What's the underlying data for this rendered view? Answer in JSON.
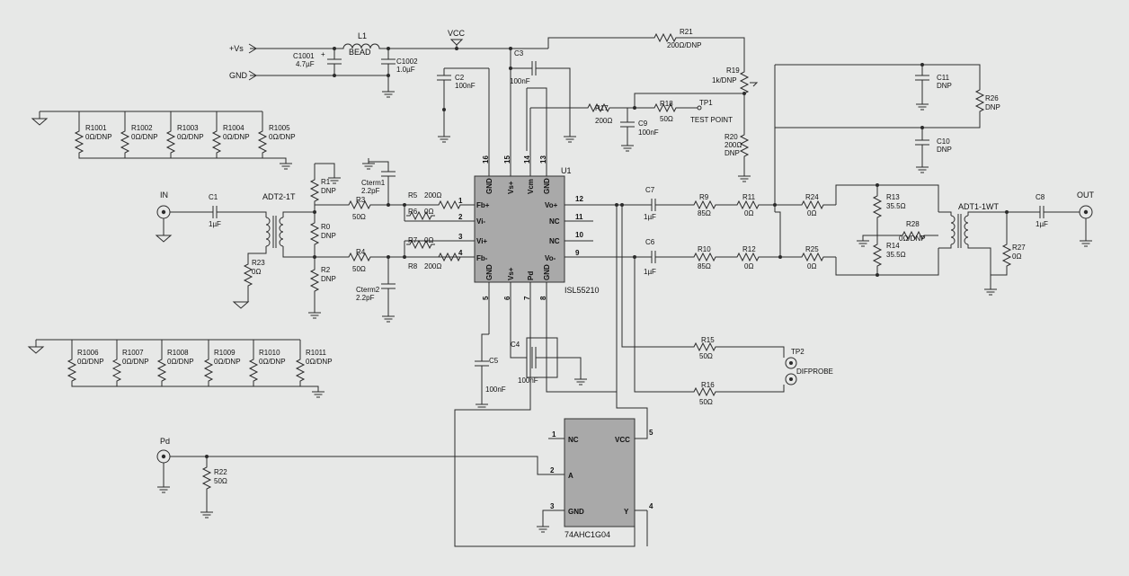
{
  "nets": {
    "vs": "+Vs",
    "gnd": "GND",
    "vcc": "VCC",
    "in": "IN",
    "out": "OUT",
    "pd": "Pd"
  },
  "components": {
    "L1": {
      "ref": "L1",
      "value": "BEAD"
    },
    "C1001": {
      "ref": "C1001",
      "value": "4.7µF"
    },
    "C1002": {
      "ref": "C1002",
      "value": "1.0µF"
    },
    "C2": {
      "ref": "C2",
      "value": "100nF"
    },
    "C3": {
      "ref": "C3",
      "value": "100nF"
    },
    "R21": {
      "ref": "R21",
      "value": "200Ω/DNP"
    },
    "R19": {
      "ref": "R19",
      "value": "1k/DNP"
    },
    "R17": {
      "ref": "R17",
      "value": "200Ω"
    },
    "C9": {
      "ref": "C9",
      "value": "100nF"
    },
    "R18": {
      "ref": "R18",
      "value": "50Ω"
    },
    "TP1": {
      "ref": "TP1",
      "value": "TEST POINT"
    },
    "R20": {
      "ref": "R20",
      "value": "200Ω",
      "extra": "DNP"
    },
    "C11": {
      "ref": "C11",
      "value": "DNP"
    },
    "C10": {
      "ref": "C10",
      "value": "DNP"
    },
    "R26": {
      "ref": "R26",
      "value": "DNP"
    },
    "R1001": {
      "ref": "R1001",
      "value": "0Ω/DNP"
    },
    "R1002": {
      "ref": "R1002",
      "value": "0Ω/DNP"
    },
    "R1003": {
      "ref": "R1003",
      "value": "0Ω/DNP"
    },
    "R1004": {
      "ref": "R1004",
      "value": "0Ω/DNP"
    },
    "R1005": {
      "ref": "R1005",
      "value": "0Ω/DNP"
    },
    "R1006": {
      "ref": "R1006",
      "value": "0Ω/DNP"
    },
    "R1007": {
      "ref": "R1007",
      "value": "0Ω/DNP"
    },
    "R1008": {
      "ref": "R1008",
      "value": "0Ω/DNP"
    },
    "R1009": {
      "ref": "R1009",
      "value": "0Ω/DNP"
    },
    "R1010": {
      "ref": "R1010",
      "value": "0Ω/DNP"
    },
    "R1011": {
      "ref": "R1011",
      "value": "0Ω/DNP"
    },
    "R1": {
      "ref": "R1",
      "value": "DNP"
    },
    "Cterm1": {
      "ref": "Cterm1",
      "value": "2.2pF"
    },
    "Cterm2": {
      "ref": "Cterm2",
      "value": "2.2pF"
    },
    "C1": {
      "ref": "C1",
      "value": "1µF"
    },
    "ADT2": {
      "ref": "ADT2-1T"
    },
    "R0": {
      "ref": "R0",
      "value": "DNP"
    },
    "R2": {
      "ref": "R2",
      "value": "DNP"
    },
    "R23": {
      "ref": "R23",
      "value": "0Ω"
    },
    "R3": {
      "ref": "R3",
      "value": "50Ω"
    },
    "R4": {
      "ref": "R4",
      "value": "50Ω"
    },
    "R5": {
      "ref": "R5",
      "value": "200Ω"
    },
    "R6": {
      "ref": "R6",
      "value": "0Ω"
    },
    "R7": {
      "ref": "R7",
      "value": "0Ω"
    },
    "R8": {
      "ref": "R8",
      "value": "200Ω"
    },
    "C7": {
      "ref": "C7",
      "value": "1µF"
    },
    "C6": {
      "ref": "C6",
      "value": "1µF"
    },
    "R9": {
      "ref": "R9",
      "value": "85Ω"
    },
    "R10": {
      "ref": "R10",
      "value": "85Ω"
    },
    "R11": {
      "ref": "R11",
      "value": "0Ω"
    },
    "R12": {
      "ref": "R12",
      "value": "0Ω"
    },
    "R24": {
      "ref": "R24",
      "value": "0Ω"
    },
    "R25": {
      "ref": "R25",
      "value": "0Ω"
    },
    "R13": {
      "ref": "R13",
      "value": "35.5Ω"
    },
    "R14": {
      "ref": "R14",
      "value": "35.5Ω"
    },
    "R28": {
      "ref": "R28",
      "value": "0Ω/DNP"
    },
    "ADT1": {
      "ref": "ADT1-1WT"
    },
    "C8": {
      "ref": "C8",
      "value": "1µF"
    },
    "R27": {
      "ref": "R27",
      "value": "0Ω"
    },
    "R15": {
      "ref": "R15",
      "value": "50Ω"
    },
    "R16": {
      "ref": "R16",
      "value": "50Ω"
    },
    "TP2": {
      "ref": "TP2",
      "value": "DIFPROBE"
    },
    "C5": {
      "ref": "C5",
      "value": "100nF"
    },
    "C4": {
      "ref": "C4",
      "value": "100nF"
    },
    "R22": {
      "ref": "R22",
      "value": "50Ω"
    }
  },
  "u1": {
    "ref": "U1",
    "part": "ISL55210",
    "pins_top": [
      {
        "num": "16",
        "name": "GND"
      },
      {
        "num": "15",
        "name": "Vs+"
      },
      {
        "num": "14",
        "name": "Vcm"
      },
      {
        "num": "13",
        "name": "GND"
      }
    ],
    "pins_left": [
      {
        "num": "1",
        "name": "Fb+"
      },
      {
        "num": "2",
        "name": "Vi-"
      },
      {
        "num": "3",
        "name": "Vi+"
      },
      {
        "num": "4",
        "name": "Fb-"
      }
    ],
    "pins_right": [
      {
        "num": "12",
        "name": "Vo+"
      },
      {
        "num": "11",
        "name": "NC"
      },
      {
        "num": "10",
        "name": "NC"
      },
      {
        "num": "9",
        "name": "Vo-"
      }
    ],
    "pins_bottom": [
      {
        "num": "5",
        "name": "GND"
      },
      {
        "num": "6",
        "name": "Vs+"
      },
      {
        "num": "7",
        "name": "Pd"
      },
      {
        "num": "8",
        "name": "GND"
      }
    ]
  },
  "u2": {
    "part": "74AHC1G04",
    "pins": [
      {
        "num": "1",
        "name": "NC"
      },
      {
        "num": "2",
        "name": "A"
      },
      {
        "num": "3",
        "name": "GND"
      },
      {
        "num": "5",
        "name": "VCC"
      },
      {
        "num": "4",
        "name": "Y"
      }
    ]
  }
}
